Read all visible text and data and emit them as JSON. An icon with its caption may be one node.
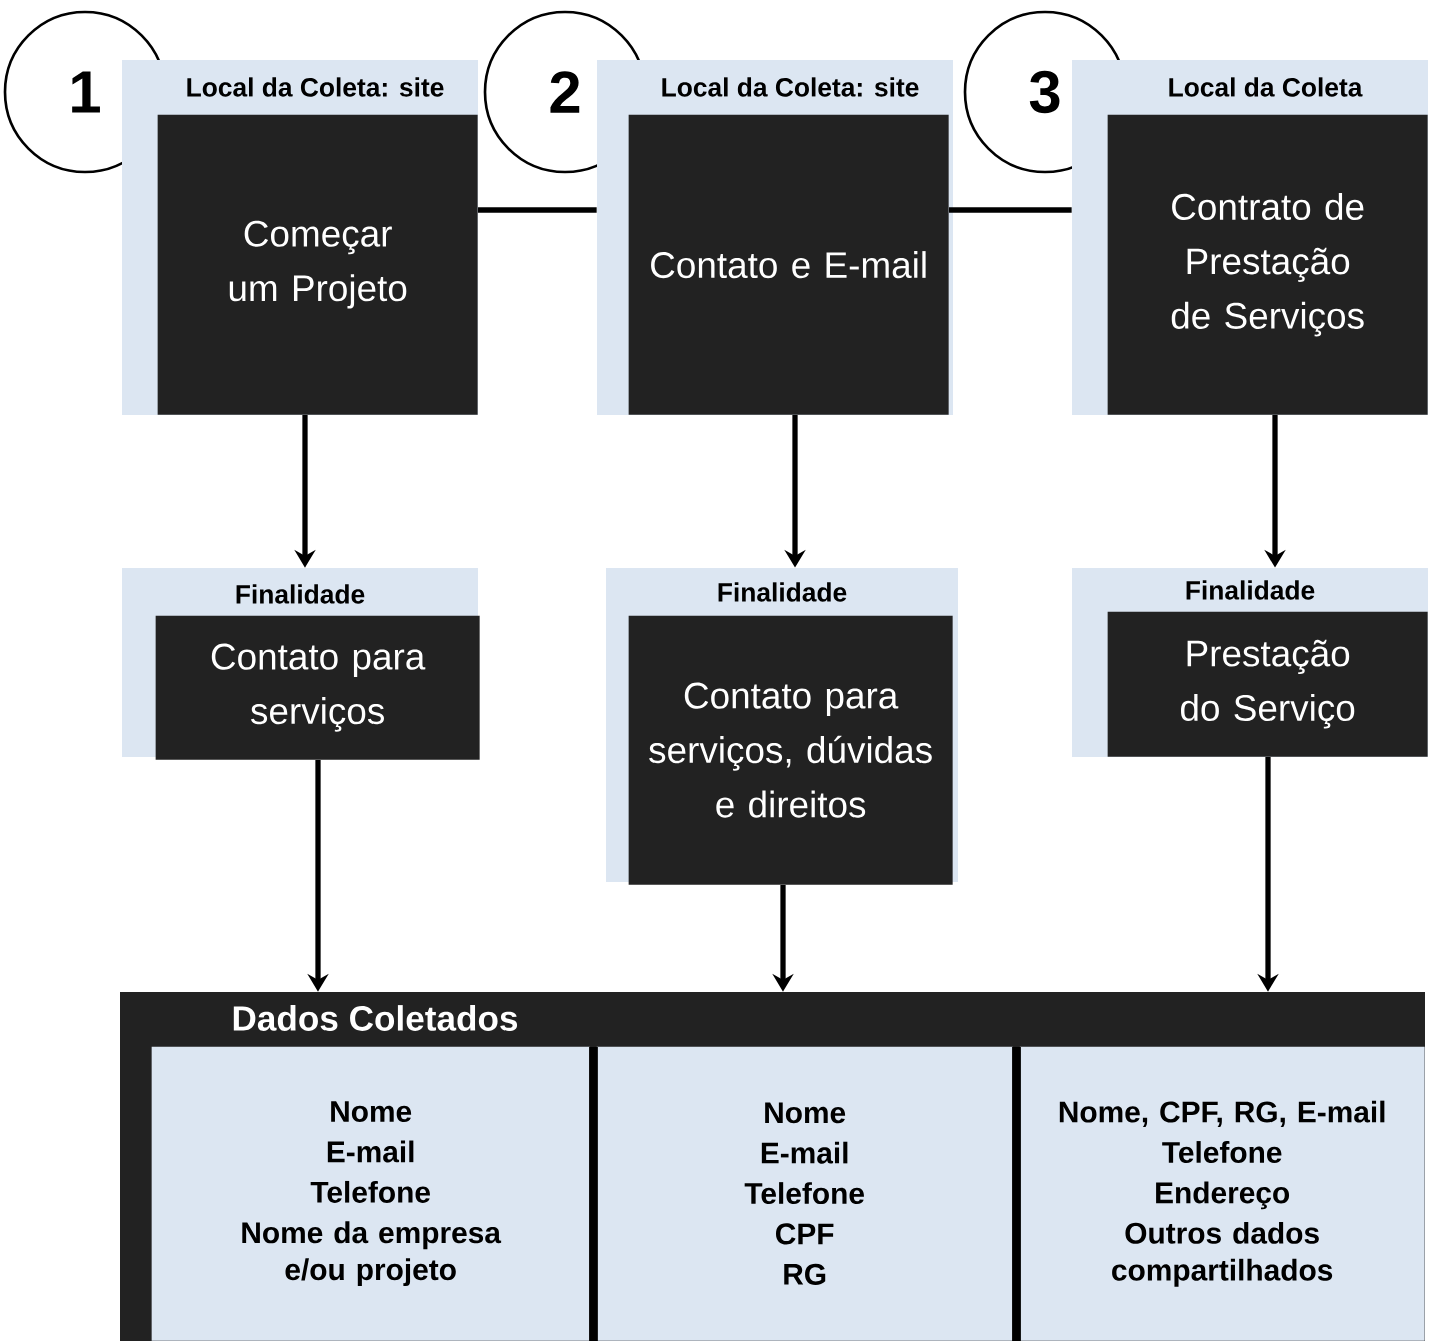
{
  "diagram": {
    "nodes": [
      {
        "text": [
          "1"
        ]
      },
      {
        "text": [
          "Local da Coleta: site"
        ]
      },
      {
        "text": [
          "Começar um Projeto"
        ],
        "in": 1
      },
      {
        "text": [
          "2"
        ]
      },
      {
        "text": [
          "Local da Coleta: site"
        ]
      },
      {
        "text": [
          "Contato e E-mail"
        ],
        "in": 4
      },
      {
        "text": [
          "3"
        ]
      },
      {
        "text": [
          "Local da Coleta"
        ]
      },
      {
        "text": [
          "Contrato de Prestação de Serviços"
        ],
        "in": 7
      },
      {
        "text": [
          "Finalidade"
        ]
      },
      {
        "text": [
          "Contato para serviços"
        ],
        "in": 9
      },
      {
        "text": [
          "Finalidade"
        ]
      },
      {
        "text": [
          "Contato para serviços, dúvidas e direitos"
        ],
        "in": 11
      },
      {
        "text": [
          "Finalidade"
        ]
      },
      {
        "text": [
          "Prestação do Serviço"
        ],
        "in": 13
      },
      {
        "text": [
          "Dados Coletados"
        ]
      },
      {
        "text": [
          "Nome",
          "E-mail",
          "Telefone",
          "Nome da empresa e/ou projeto"
        ],
        "in": 15
      },
      {
        "text": [
          "Nome",
          "E-mail",
          "Telefone",
          "CPF",
          "RG"
        ],
        "in": 15
      },
      {
        "text": [
          "Nome, CPF, RG, E-mail",
          "Telefone",
          "Endereço",
          "Outros dados compartilhados"
        ],
        "in": 15
      }
    ],
    "edges": [
      {
        "from": 2,
        "to": 4,
        "arrow": "none"
      },
      {
        "from": 5,
        "to": 7,
        "arrow": "none"
      },
      {
        "from": 2,
        "to": 9,
        "arrow": "to"
      },
      {
        "from": 5,
        "to": 11,
        "arrow": "to"
      },
      {
        "from": 8,
        "to": 13,
        "arrow": "to"
      },
      {
        "from": 10,
        "to": 15,
        "arrow": "to"
      },
      {
        "from": 12,
        "to": 15,
        "arrow": "to"
      },
      {
        "from": 14,
        "to": 15,
        "arrow": "to"
      }
    ]
  }
}
